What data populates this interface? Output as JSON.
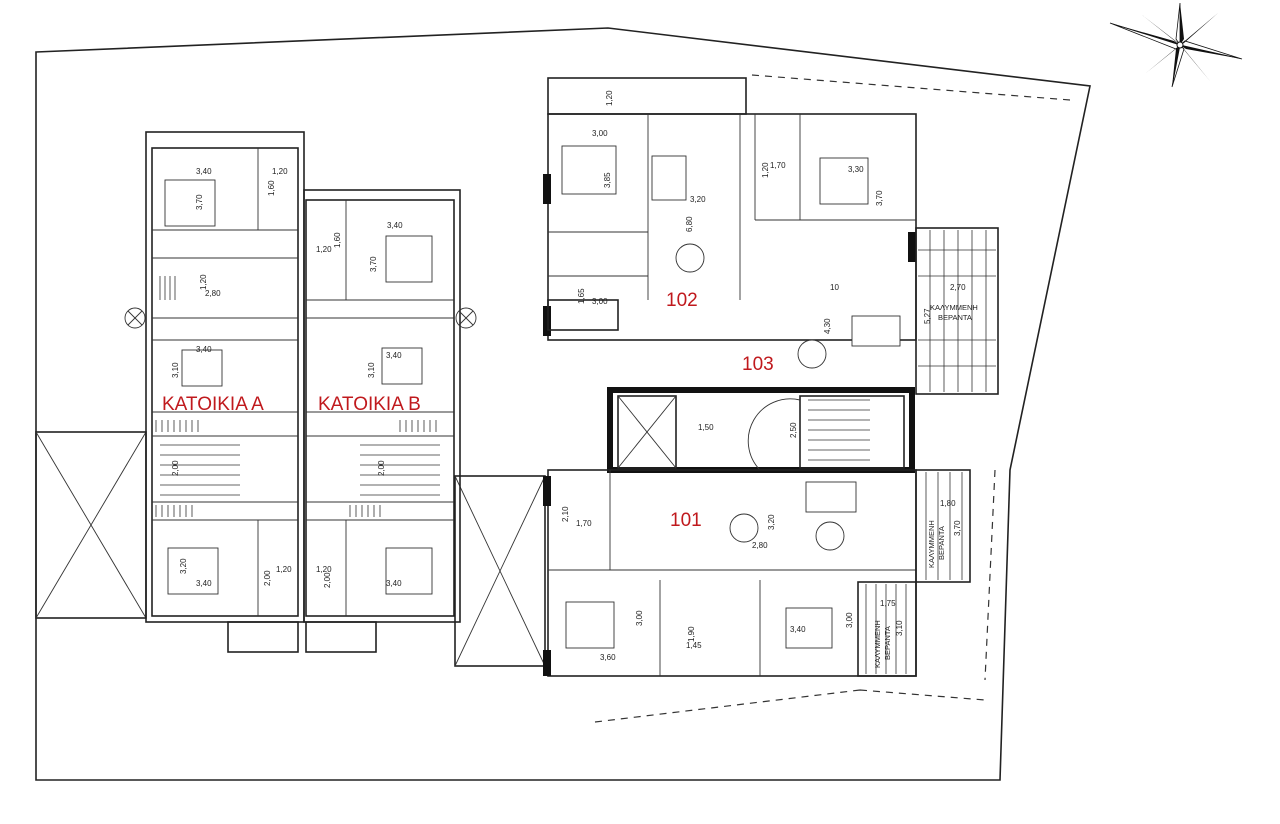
{
  "plan": {
    "units": {
      "house_a": "ΚΑΤΟΙΚΙΑ Α",
      "house_b": "ΚΑΤΟΙΚΙΑ Β",
      "u101": "101",
      "u102": "102",
      "u103": "103"
    },
    "veranda": {
      "line1": "ΚΑΛΥΜΜΕΝΗ",
      "line2": "ΒΕΡΑΝΤΑ"
    },
    "dims": {
      "a_bed1_w": "3,40",
      "a_bed1_h": "3,70",
      "a_bath1_w": "1,20",
      "a_bath1_h": "1,60",
      "a_wc_h": "1,20",
      "a_corr_w": "2,80",
      "a_bed2_w": "3,40",
      "a_bed2_h": "3,10",
      "a_stair_h": "2,00",
      "a_bed3_h": "3,20",
      "a_bed3_w": "3,40",
      "a_bath3_w": "1,20",
      "a_bath3_h": "2,00",
      "b_bed1_w": "3,40",
      "b_bed1_h": "3,70",
      "b_bath1_w": "1,20",
      "b_bath1_h": "1,60",
      "b_bed2_w": "3,40",
      "b_bed2_h": "3,10",
      "b_stair_h": "2,00",
      "b_bed3_w": "3,40",
      "b_bath3_w": "1,20",
      "b_bath3_h": "2,00",
      "u102_balc": "1,20",
      "u102_bed_w": "3,00",
      "u102_bed_h": "3,85",
      "u102_liv_w": "3,20",
      "u102_liv_h": "6,80",
      "u102_bath_w": "3,00",
      "u102_bath_h": "1,65",
      "u103_bath_h": "1,20",
      "u103_bath_w": "1,70",
      "u103_bed_w": "3,30",
      "u103_bed_h": "3,70",
      "u103_liv_h": "4,30",
      "u103_liv_x": "10",
      "u103_ver_w": "2,70",
      "u103_ver_h": "5,27",
      "lobby_w": "1,50",
      "stair_w": "2,50",
      "u101_bath_h": "2,10",
      "u101_bath_w": "1,70",
      "u101_liv_h": "3,20",
      "u101_liv_w": "2,80",
      "u101_ver_w": "1,80",
      "u101_ver_h": "3,70",
      "u101_bed1_h": "3,00",
      "u101_bed1_w": "3,60",
      "u101_wc_h": "1,90",
      "u101_wc_w": "1,45",
      "u101_bed2_w": "3,40",
      "u101_bed2_h": "3,00",
      "u101_ver2_w": "1,75",
      "u101_ver2_h": "3,10"
    }
  },
  "colors": {
    "labels": "#c0191d",
    "lines": "#222222",
    "background": "#ffffff"
  }
}
